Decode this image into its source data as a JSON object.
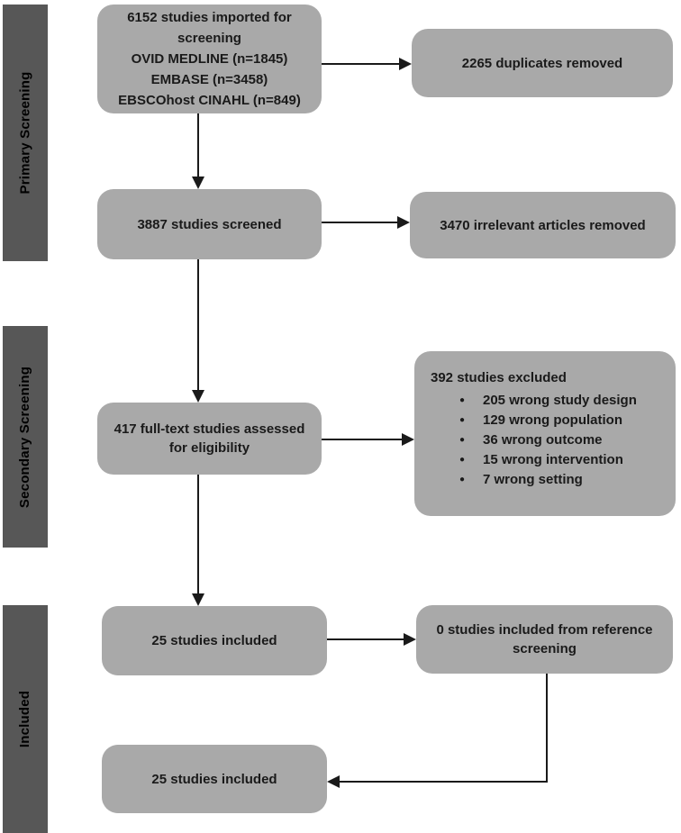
{
  "colors": {
    "page_bg": "#ffffff",
    "box_fill": "#a9a9a9",
    "stage_fill": "#575757",
    "text": "#1a1a1a",
    "arrow": "#1a1a1a"
  },
  "stages": {
    "primary": "Primary Screening",
    "secondary": "Secondary Screening",
    "included": "Included"
  },
  "boxes": {
    "imported": "6152 studies imported for\nscreening\nOVID MEDLINE (n=1845)\nEMBASE (n=3458)\nEBSCOhost CINAHL (n=849)",
    "duplicates": "2265 duplicates removed",
    "screened": "3887 studies screened",
    "irrelevant": "3470 irrelevant articles removed",
    "fulltext": "417 full-text studies assessed\nfor eligibility",
    "excluded_heading": "392 studies excluded",
    "excluded_items": [
      "205 wrong study design",
      "129 wrong population",
      "36 wrong outcome",
      "15 wrong intervention",
      "7 wrong setting"
    ],
    "included_first": "25 studies included",
    "reference": "0 studies included from reference\nscreening",
    "included_final": "25 studies included"
  }
}
